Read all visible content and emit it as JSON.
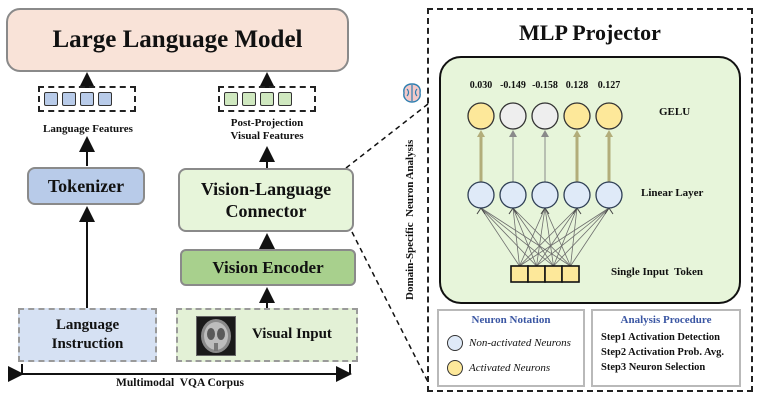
{
  "llm": {
    "label": "Large Language Model"
  },
  "tokenizer": {
    "label": "Tokenizer"
  },
  "vl_connector": {
    "line1": "Vision-Language",
    "line2": "Connector"
  },
  "vision_encoder": {
    "label": "Vision Encoder"
  },
  "language_instruction": {
    "line1": "Language",
    "line2": "Instruction"
  },
  "visual_input": {
    "label": "Visual Input"
  },
  "language_features": {
    "label": "Language Features"
  },
  "post_projection": {
    "line1": "Post-Projection",
    "line2": "Visual Features"
  },
  "corpus": {
    "label": "Multimodal  VQA Corpus"
  },
  "side_label": "Domain-Specific  Neuron Analysis",
  "mlp": {
    "title": "MLP Projector",
    "gelu_label": "GELU",
    "linear_label": "Linear Layer",
    "input_label": "Single Input  Token",
    "activations": [
      "0.030",
      "-0.149",
      "-0.158",
      "0.128",
      "0.127"
    ],
    "activated": [
      true,
      false,
      false,
      true,
      true
    ]
  },
  "neuron_notation": {
    "title": "Neuron Notation",
    "non_activated": "Non-activated Neurons",
    "activated": "Activated Neurons"
  },
  "analysis_procedure": {
    "title": "Analysis Procedure",
    "steps": [
      "Step1 Activation Detection",
      "Step2 Activation Prob. Avg.",
      "Step3 Neuron Selection"
    ]
  },
  "colors": {
    "activated": "#fde89a",
    "non_activated": "#dfeaf8",
    "llm_fill": "#f9e3d8",
    "tokenizer_fill": "#b8cbe9",
    "encoder_fill": "#a8d08d",
    "connector_fill": "#e7f5da"
  }
}
